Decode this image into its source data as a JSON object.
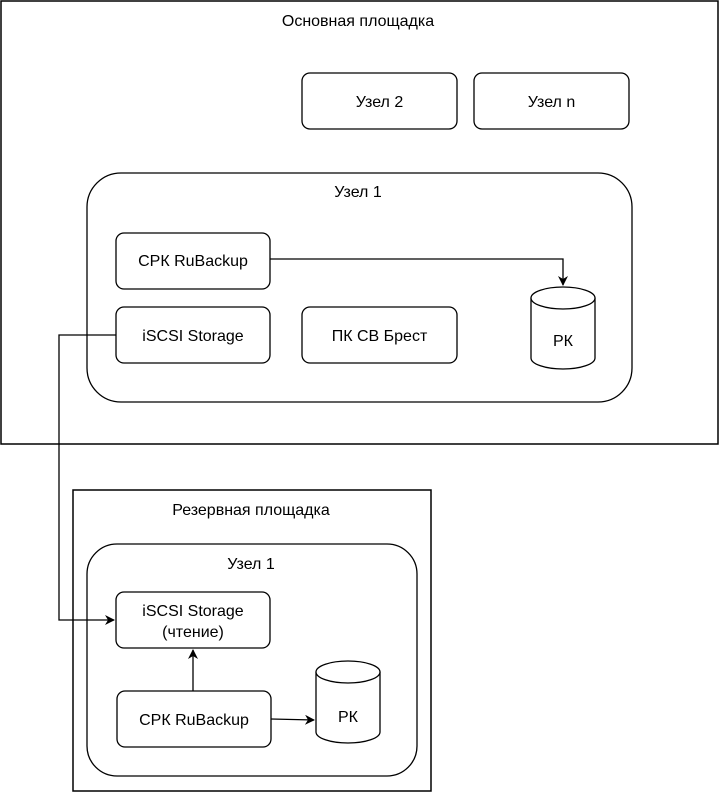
{
  "primary_site": {
    "title": "Основная площадка",
    "nodes_top": [
      {
        "label": "Узел 2"
      },
      {
        "label": "Узел n"
      }
    ],
    "node1": {
      "title": "Узел 1",
      "srk": "СРК RuBackup",
      "iscsi": "iSCSI Storage",
      "pk": "ПК СВ Брест",
      "rk": "РК"
    }
  },
  "backup_site": {
    "title": "Резервная площадка",
    "node1": {
      "title": "Узел 1",
      "iscsi_line1": "iSCSI Storage",
      "iscsi_line2": "(чтение)",
      "srk": "СРК RuBackup",
      "rk": "РК"
    }
  }
}
